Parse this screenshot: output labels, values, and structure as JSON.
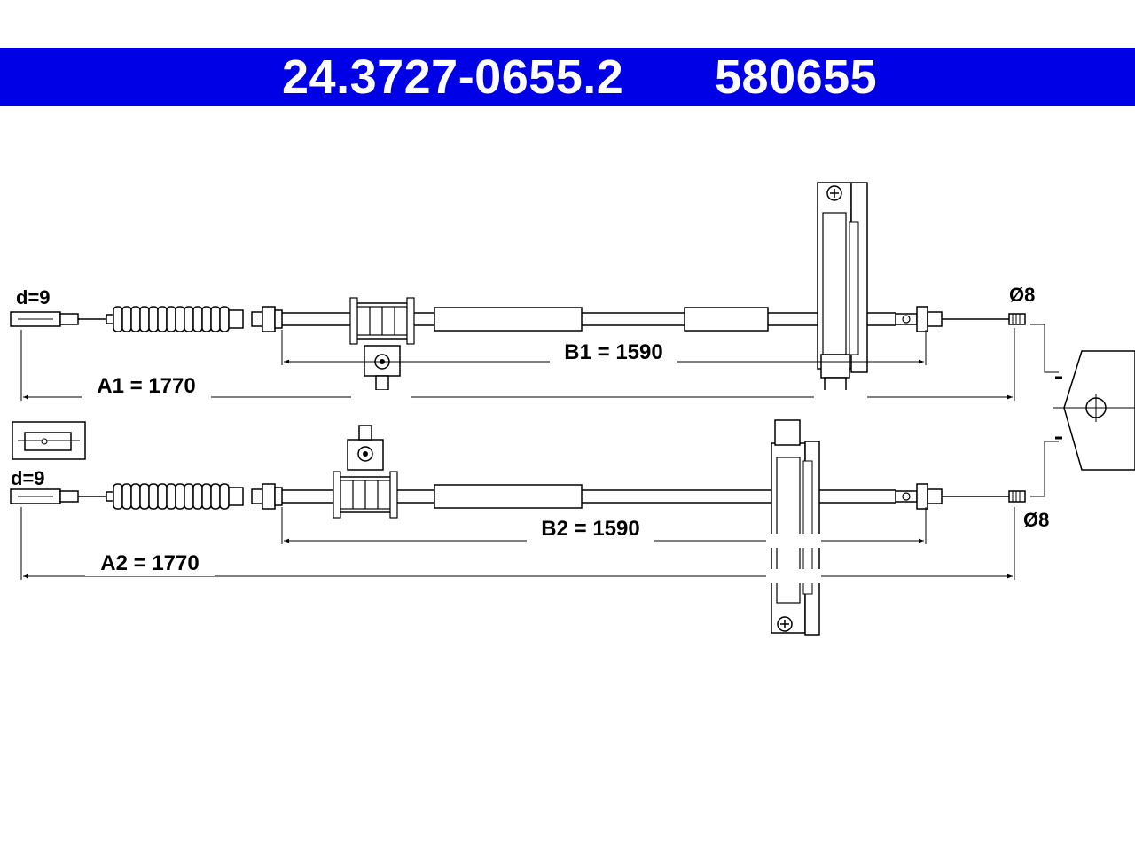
{
  "header": {
    "part_number": "24.3727-0655.2",
    "ref_number": "580655",
    "background_color": "#0000e6"
  },
  "cable1": {
    "end_diameter_label": "d=9",
    "overall_length_label": "A1 = 1770",
    "sheath_length_label": "B1 = 1590",
    "tip_diameter_label": "Ø8"
  },
  "cable2": {
    "end_diameter_label": "d=9",
    "overall_length_label": "A2 = 1770",
    "sheath_length_label": "B2 = 1590",
    "tip_diameter_label": "Ø8"
  }
}
